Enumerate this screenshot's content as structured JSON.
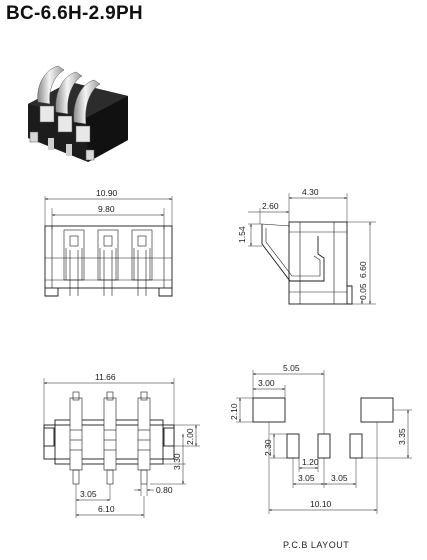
{
  "title": "BC-6.6H-2.9PH",
  "footer_label": "P.C.B LAYOUT",
  "dimensions": {
    "front_width_overall": "10.90",
    "front_width_inner": "9.80",
    "side_depth": "4.30",
    "side_offset": "2.60",
    "side_height": "6.60",
    "side_contact_height": "1.54",
    "side_base_offset": "0.05",
    "top_width": "11.66",
    "top_depth": "2.00",
    "top_row_offset": "3.30",
    "top_pitch": "3.05",
    "top_pin_gap": "0.80",
    "top_span": "6.10",
    "pcb_pad_width": "3.00",
    "pcb_pad_offset": "5.05",
    "pcb_pad_height": "2.10",
    "pcb_hole_height": "2.30",
    "pcb_hole_width": "1.20",
    "pcb_pitch_left": "3.05",
    "pcb_pitch_right": "3.05",
    "pcb_row_distance": "3.35",
    "pcb_total_width": "10.10"
  }
}
